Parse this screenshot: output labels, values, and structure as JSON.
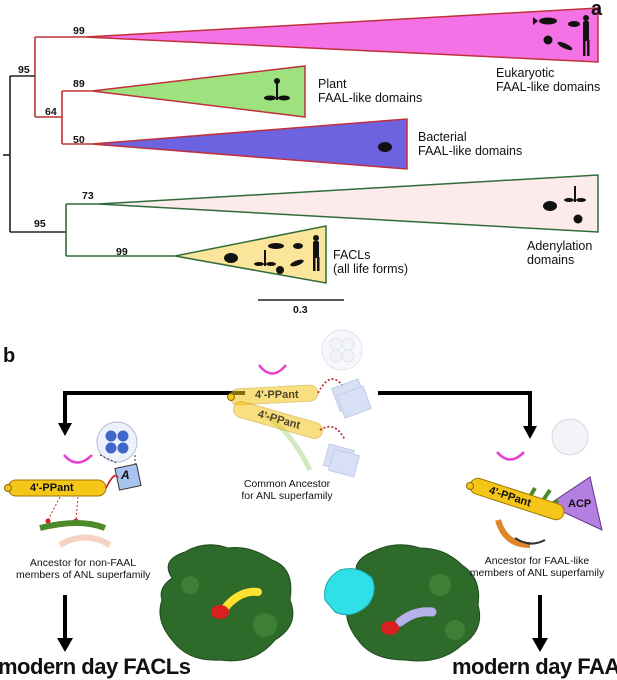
{
  "panel_a": {
    "label": "a",
    "bootstrap": {
      "eukaryotic": "99",
      "root_upper": "95",
      "plant": "89",
      "plant_bacterial": "64",
      "bacterial": "50",
      "adenylation": "73",
      "root_lower": "95",
      "facl": "99"
    },
    "clades": {
      "eukaryotic": [
        "Eukaryotic",
        "FAAL-like domains"
      ],
      "plant": [
        "Plant",
        "FAAL-like domains"
      ],
      "bacterial": [
        "Bacterial",
        "FAAL-like domains"
      ],
      "adenylation": [
        "Adenylation",
        "domains"
      ],
      "facl": [
        "FACLs",
        "(all life forms)"
      ]
    },
    "scale_bar": "0.3",
    "colors": {
      "eukaryotic": "#f472e6",
      "plant": "#9ee27f",
      "bacterial": "#6d62e0",
      "adenylation": "#fdeaea",
      "facl": "#fbe59a",
      "red_branch": "#c0303a",
      "green_branch": "#2f6b3a"
    }
  },
  "panel_b": {
    "label": "b",
    "ppant_label": "4'-PPant",
    "a_box": "A",
    "acp_label": "ACP",
    "common_ancestor": [
      "Common Ancestor",
      "for ANL superfamily"
    ],
    "non_faal_ancestor": [
      "Ancestor for non-FAAL",
      "members  of ANL superfamily"
    ],
    "faal_ancestor": [
      "Ancestor for FAAL-like",
      "members  of ANL superfamily"
    ],
    "facls_label": "modern day FACLs",
    "faals_label": "modern day FAALs",
    "colors": {
      "ppant": "#f5c518",
      "magenta": "#e83fd0",
      "protein": "#2e6b2a",
      "cyan": "#2fe0e6",
      "acp": "#b47fe0",
      "orange": "#e0862a"
    }
  }
}
